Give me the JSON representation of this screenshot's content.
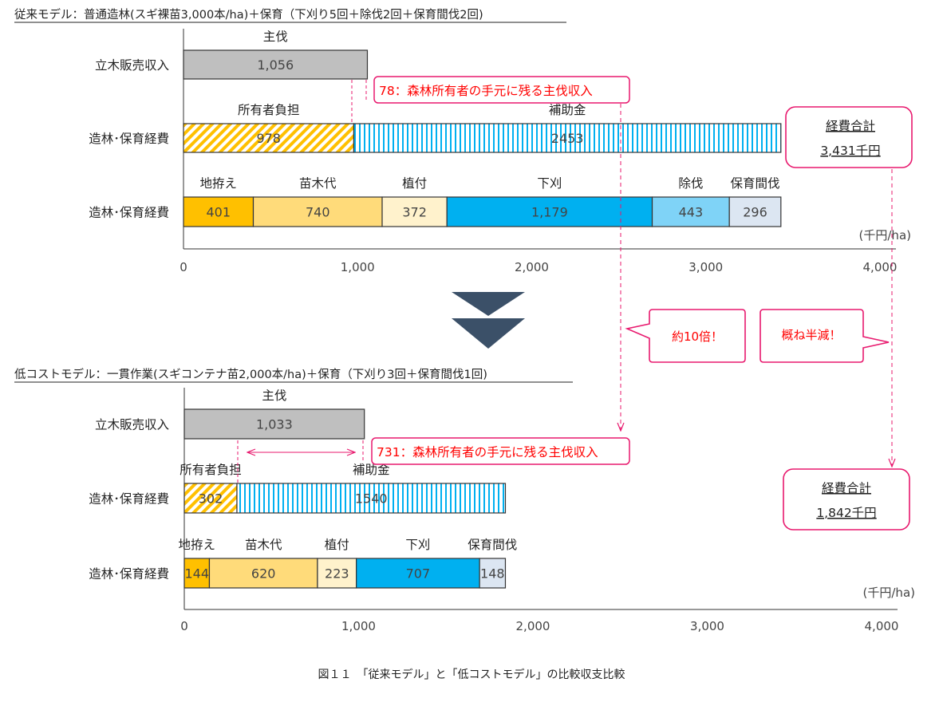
{
  "caption": "図１１　「従来モデル」と「低コストモデル」の比較収支比較",
  "unit": "(千円/ha)",
  "colors": {
    "gray": "#bfbfbf",
    "owner_stripe_a": "#ffc000",
    "owner_stripe_b": "#ffffff",
    "subsidy_stripe": "#00b0f0",
    "ground": "#ffc000",
    "seedling": "#ffdb7a",
    "planting": "#fff2cc",
    "weeding": "#00b0f0",
    "thinning": "#7fd3f7",
    "tending": "#dce6f2",
    "callout": "#e8196e",
    "red_text": "#ff0000",
    "arrow_dark": "#3b5068"
  },
  "callouts": {
    "ten_times": "約10倍！",
    "half": "概ね半減！"
  },
  "chart_data": [
    {
      "type": "bar",
      "title": "従来モデル：普通造林(スギ裸苗3,000本/ha)＋保育（下刈り5回＋除伐2回＋保育間伐2回)",
      "xlim": [
        0,
        4000
      ],
      "ticks": [
        "0",
        "1,000",
        "2,000",
        "3,000",
        "4,000"
      ],
      "tick_values": [
        0,
        1000,
        2000,
        3000,
        4000
      ],
      "rows": [
        {
          "label": "立木販売収入",
          "segments": [
            {
              "name": "主伐",
              "value": 1056,
              "text": "1,056",
              "fill": "gray"
            }
          ]
        },
        {
          "label": "造林･保育経費",
          "segments": [
            {
              "name": "所有者負担",
              "value": 978,
              "text": "978",
              "fill": "owner"
            },
            {
              "name": "補助金",
              "value": 2453,
              "text": "2453",
              "fill": "subsidy"
            }
          ]
        },
        {
          "label": "造林･保育経費",
          "segments": [
            {
              "name": "地拵え",
              "value": 401,
              "text": "401",
              "fill": "ground"
            },
            {
              "name": "苗木代",
              "value": 740,
              "text": "740",
              "fill": "seedling"
            },
            {
              "name": "植付",
              "value": 372,
              "text": "372",
              "fill": "planting"
            },
            {
              "name": "下刈",
              "value": 1179,
              "text": "1,179",
              "fill": "weeding"
            },
            {
              "name": "除伐",
              "value": 443,
              "text": "443",
              "fill": "thinning"
            },
            {
              "name": "保育間伐",
              "value": 296,
              "text": "296",
              "fill": "tending"
            }
          ]
        }
      ],
      "note": "78：森林所有者の手元に残る主伐収入",
      "total_label": "経費合計",
      "total_value": "3,431千円"
    },
    {
      "type": "bar",
      "title": "低コストモデル：一貫作業(スギコンテナ苗2,000本/ha)＋保育（下刈り3回＋保育間伐1回)",
      "xlim": [
        0,
        4000
      ],
      "ticks": [
        "0",
        "1,000",
        "2,000",
        "3,000",
        "4,000"
      ],
      "tick_values": [
        0,
        1000,
        2000,
        3000,
        4000
      ],
      "rows": [
        {
          "label": "立木販売収入",
          "segments": [
            {
              "name": "主伐",
              "value": 1033,
              "text": "1,033",
              "fill": "gray"
            }
          ]
        },
        {
          "label": "造林･保育経費",
          "segments": [
            {
              "name": "所有者負担",
              "value": 302,
              "text": "302",
              "fill": "owner"
            },
            {
              "name": "補助金",
              "value": 1540,
              "text": "1540",
              "fill": "subsidy"
            }
          ]
        },
        {
          "label": "造林･保育経費",
          "segments": [
            {
              "name": "地拵え",
              "value": 144,
              "text": "144",
              "fill": "ground"
            },
            {
              "name": "苗木代",
              "value": 620,
              "text": "620",
              "fill": "seedling"
            },
            {
              "name": "植付",
              "value": 223,
              "text": "223",
              "fill": "planting"
            },
            {
              "name": "下刈",
              "value": 707,
              "text": "707",
              "fill": "weeding"
            },
            {
              "name": "保育間伐",
              "value": 148,
              "text": "148",
              "fill": "tending"
            }
          ]
        }
      ],
      "note": "731：森林所有者の手元に残る主伐収入",
      "total_label": "経費合計",
      "total_value": "1,842千円"
    }
  ]
}
